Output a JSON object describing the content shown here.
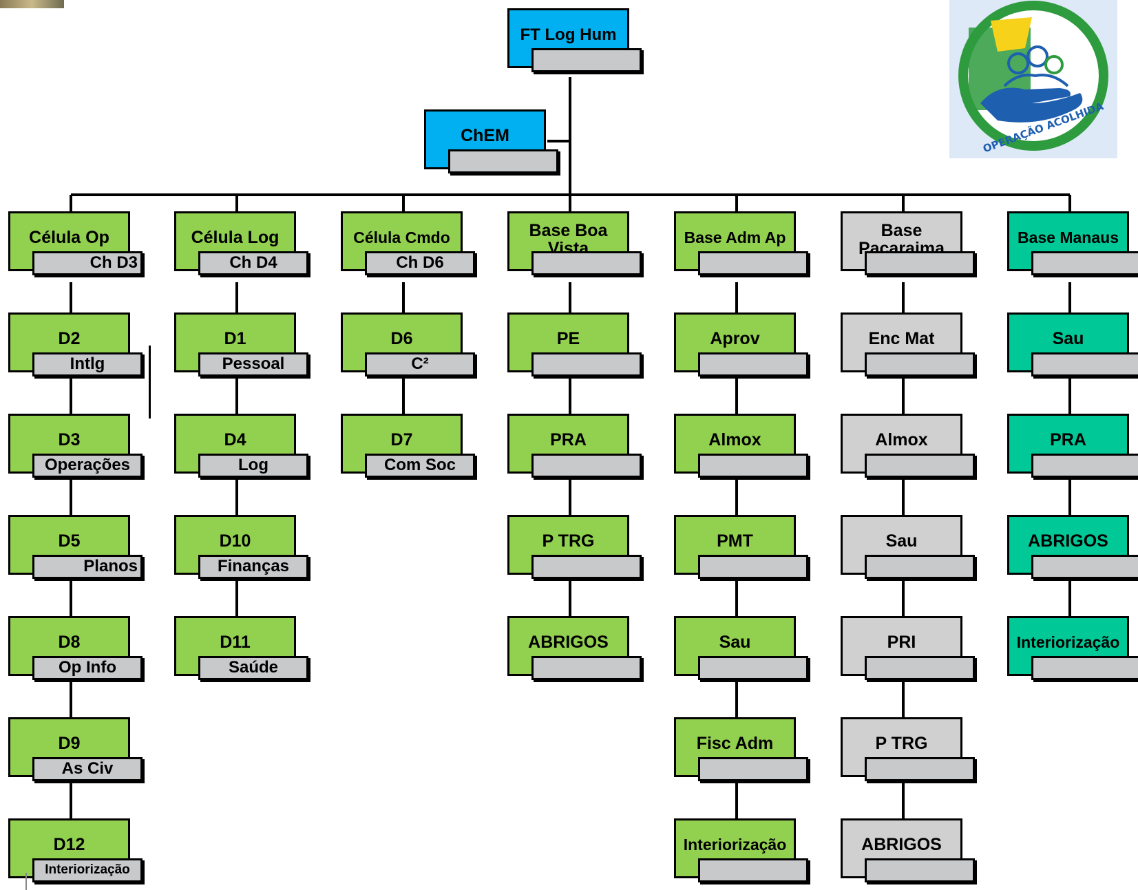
{
  "top": {
    "title": "FT Log Hum",
    "chem": "ChEM"
  },
  "columns": [
    {
      "header": "Célula Op",
      "header_tag": "Ch D3",
      "color": "#92d050",
      "items": [
        {
          "label": "D2",
          "tag": "Intlg"
        },
        {
          "label": "D3",
          "tag": "Operações"
        },
        {
          "label": "D5",
          "tag": "Planos"
        },
        {
          "label": "D8",
          "tag": "Op Info"
        },
        {
          "label": "D9",
          "tag": "As Civ"
        },
        {
          "label": "D12",
          "tag": "Interiorização"
        }
      ]
    },
    {
      "header": "Célula Log",
      "header_tag": "Ch D4",
      "color": "#92d050",
      "items": [
        {
          "label": "D1",
          "tag": "Pessoal"
        },
        {
          "label": "D4",
          "tag": "Log"
        },
        {
          "label": "D10",
          "tag": "Finanças"
        },
        {
          "label": "D11",
          "tag": "Saúde"
        }
      ]
    },
    {
      "header": "Célula Cmdo",
      "header_tag": "Ch D6",
      "color": "#92d050",
      "items": [
        {
          "label": "D6",
          "tag": "C²"
        },
        {
          "label": "D7",
          "tag": "Com Soc"
        }
      ]
    },
    {
      "header": "Base Boa Vista",
      "header_tag": "",
      "color": "#92d050",
      "items": [
        {
          "label": "PE",
          "tag": ""
        },
        {
          "label": "PRA",
          "tag": ""
        },
        {
          "label": "P TRG",
          "tag": ""
        },
        {
          "label": "ABRIGOS",
          "tag": ""
        }
      ]
    },
    {
      "header": "Base Adm Ap",
      "header_tag": "",
      "color": "#92d050",
      "items": [
        {
          "label": "Aprov",
          "tag": ""
        },
        {
          "label": "Almox",
          "tag": ""
        },
        {
          "label": "PMT",
          "tag": ""
        },
        {
          "label": "Sau",
          "tag": ""
        },
        {
          "label": "Fisc Adm",
          "tag": ""
        },
        {
          "label": "Interiorização",
          "tag": ""
        }
      ]
    },
    {
      "header": "Base Pacaraima",
      "header_tag": "",
      "color": "#d0d0d0",
      "items": [
        {
          "label": "Enc Mat",
          "tag": ""
        },
        {
          "label": "Almox",
          "tag": ""
        },
        {
          "label": "Sau",
          "tag": ""
        },
        {
          "label": "PRI",
          "tag": ""
        },
        {
          "label": "P TRG",
          "tag": ""
        },
        {
          "label": "ABRIGOS",
          "tag": ""
        }
      ]
    },
    {
      "header": "Base Manaus",
      "header_tag": "",
      "color": "#00c896",
      "items": [
        {
          "label": "Sau",
          "tag": ""
        },
        {
          "label": "PRA",
          "tag": ""
        },
        {
          "label": "ABRIGOS",
          "tag": ""
        },
        {
          "label": "Interiorização",
          "tag": ""
        }
      ]
    }
  ],
  "logo": {
    "text": "OPERAÇÃO ACOLHIDA"
  }
}
